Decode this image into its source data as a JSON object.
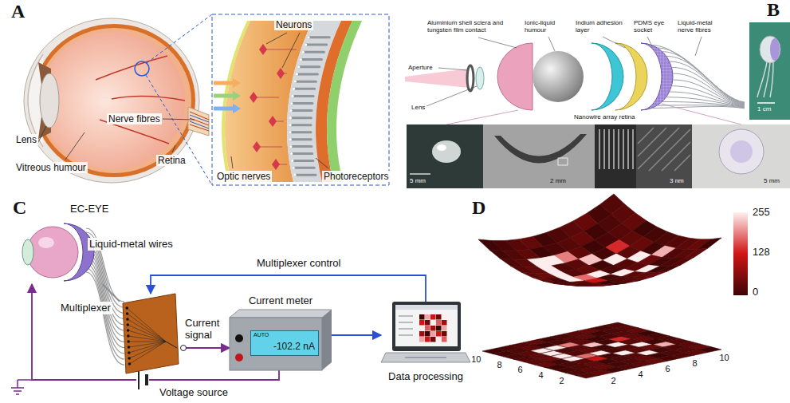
{
  "diagram": {
    "nodes": [
      {
        "text": [
          "EC-EYE"
        ]
      },
      {
        "text": [
          "Multiplexer"
        ]
      },
      {
        "text": [
          "Current meter",
          "AUTO",
          "-102.2 nA"
        ]
      },
      {
        "text": [
          "Data processing"
        ]
      }
    ],
    "edges": [
      {
        "from": 0,
        "to": 1,
        "label": "Liquid-metal wires",
        "arrow": "none"
      },
      {
        "from": 1,
        "to": 2,
        "label": "Current signal",
        "arrow": "to"
      },
      {
        "from": 2,
        "to": 3,
        "arrow": "to"
      },
      {
        "from": 3,
        "to": 1,
        "label": "Multiplexer control",
        "arrow": "to"
      },
      {
        "from": 2,
        "to": 0,
        "label": "Voltage source",
        "arrow": "to"
      }
    ],
    "labels": [
      "A",
      "B",
      "C",
      "D",
      "Lens",
      "Vitreous humour",
      "Retina",
      "Nerve fibres",
      "Neurons",
      "Optic nerves",
      "Photoreceptors",
      "Aperture",
      "Lens",
      "Aluminium shell sclera and tungsten film contact",
      "Ionic-liquid humour",
      "Indium adhesion layer",
      "PDMS eye socket",
      "Liquid-metal nerve fibres",
      "Nanowire array retina",
      "1 cm",
      "5 mm",
      "2 mm",
      "3 nm",
      "5 mm",
      "255",
      "128",
      "0",
      "10",
      "8",
      "6",
      "4",
      "2",
      "2",
      "4",
      "6",
      "8",
      "10"
    ]
  }
}
